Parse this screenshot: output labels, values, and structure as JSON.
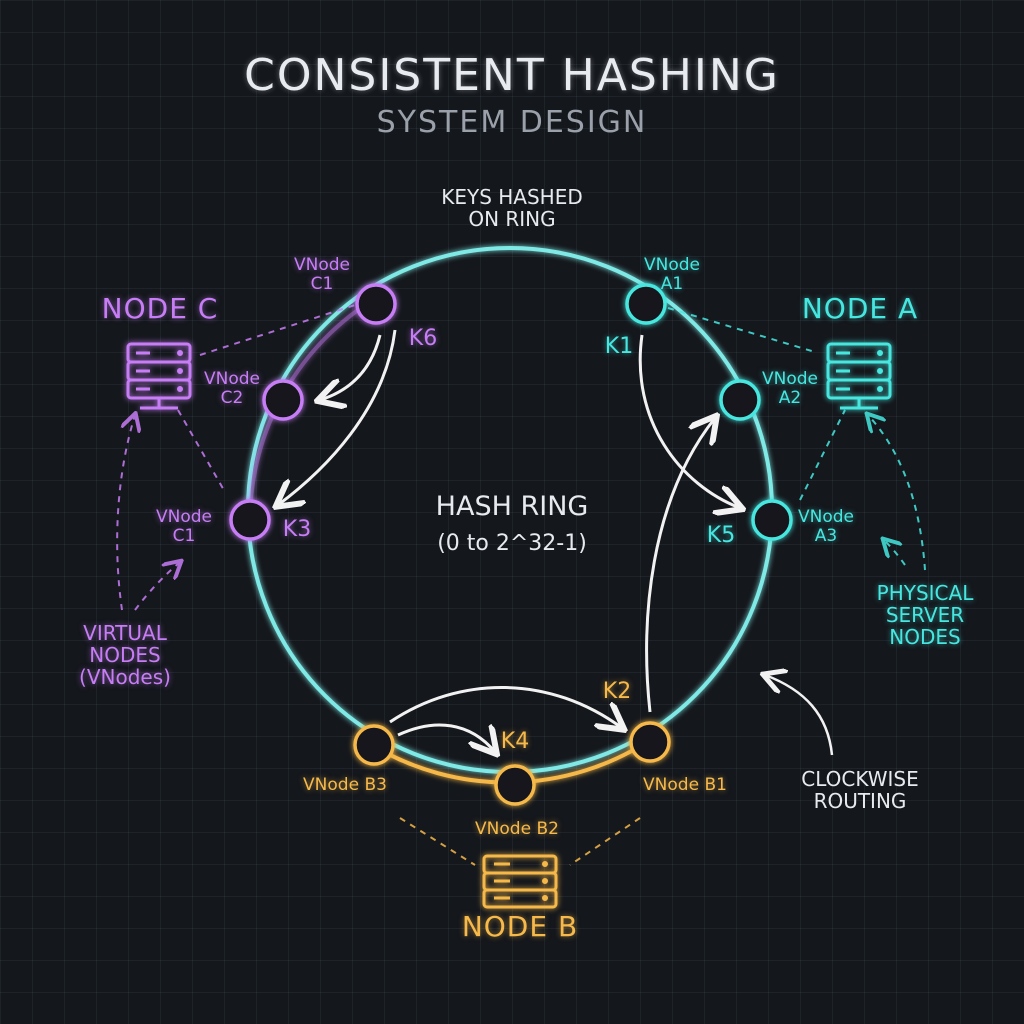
{
  "title": "CONSISTENT HASHING",
  "subtitle": "SYSTEM DESIGN",
  "annotations": {
    "keys_hashed": "KEYS HASHED\nON RING",
    "hash_ring": "HASH RING",
    "hash_range": "(0 to 2^32-1)",
    "virtual_nodes": "VIRTUAL\nNODES\n(VNodes)",
    "physical_nodes": "PHYSICAL\nSERVER\nNODES",
    "clockwise": "CLOCKWISE\nROUTING"
  },
  "nodes": {
    "a": "NODE A",
    "b": "NODE B",
    "c": "NODE C"
  },
  "vnodes": {
    "c1_top": "VNode\nC1",
    "c2": "VNode\nC2",
    "c1_left": "VNode\nC1",
    "a1": "VNode\nA1",
    "a2": "VNode\nA2",
    "a3": "VNode\nA3",
    "b1": "VNode B1",
    "b2": "VNode B2",
    "b3": "VNode B3"
  },
  "keys": {
    "k1": "K1",
    "k2": "K2",
    "k3": "K3",
    "k4": "K4",
    "k5": "K5",
    "k6": "K6"
  },
  "colors": {
    "node_a": "#46e7e0",
    "node_b": "#f6b94a",
    "node_c": "#c77df5",
    "ring": "#7fe9e6",
    "arrow": "#f2f2f2"
  }
}
